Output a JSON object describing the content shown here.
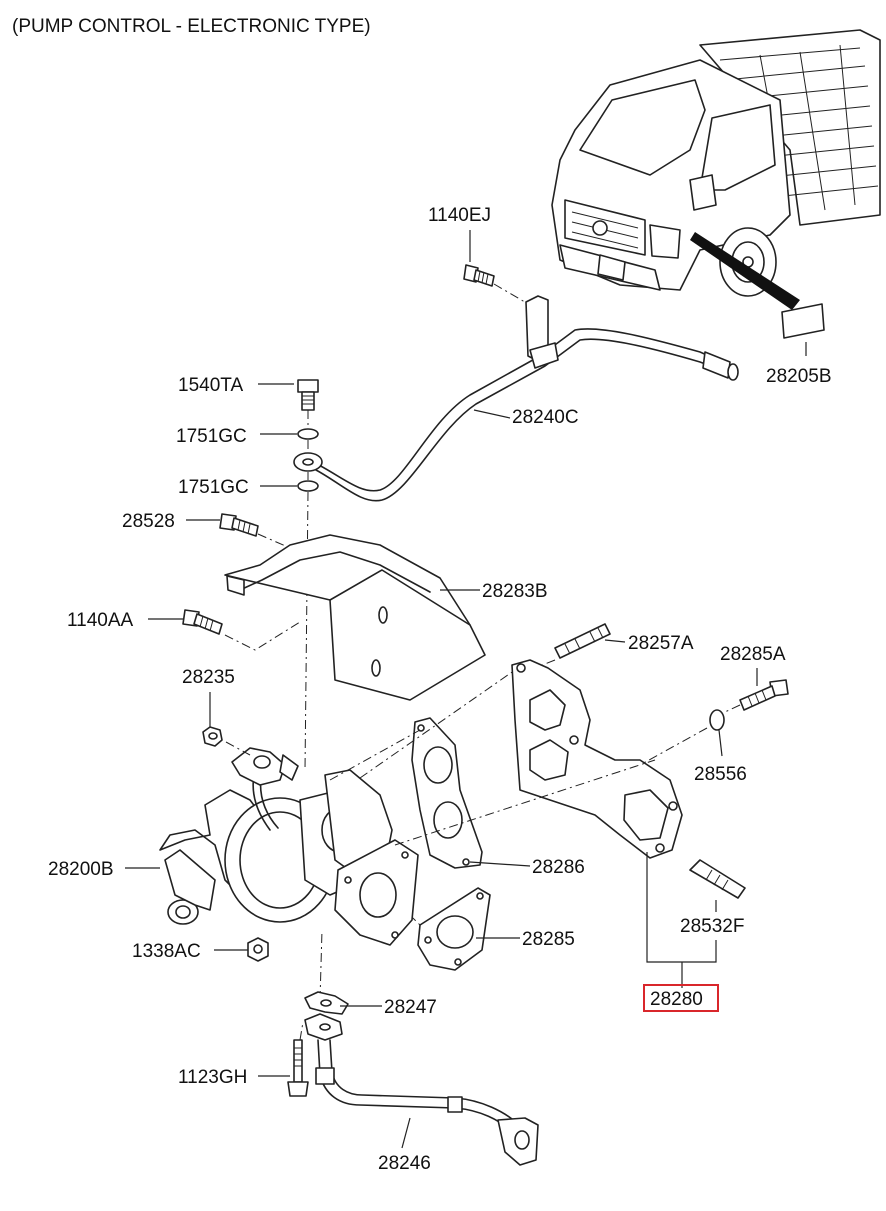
{
  "diagram": {
    "title": "(PUMP CONTROL - ELECTRONIC TYPE)",
    "highlight_color": "#d9262b",
    "highlighted_part": "28280",
    "labels": {
      "p1140EJ": "1140EJ",
      "p28205B": "28205B",
      "p1540TA": "1540TA",
      "p28240C": "28240C",
      "p1751GC_a": "1751GC",
      "p1751GC_b": "1751GC",
      "p28528": "28528",
      "p28283B": "28283B",
      "p1140AA": "1140AA",
      "p28257A": "28257A",
      "p28285A": "28285A",
      "p28235": "28235",
      "p28556": "28556",
      "p28200B": "28200B",
      "p28286": "28286",
      "p28532F": "28532F",
      "p28285": "28285",
      "p1338AC": "1338AC",
      "p28280": "28280",
      "p28247": "28247",
      "p1123GH": "1123GH",
      "p28246": "28246"
    }
  }
}
